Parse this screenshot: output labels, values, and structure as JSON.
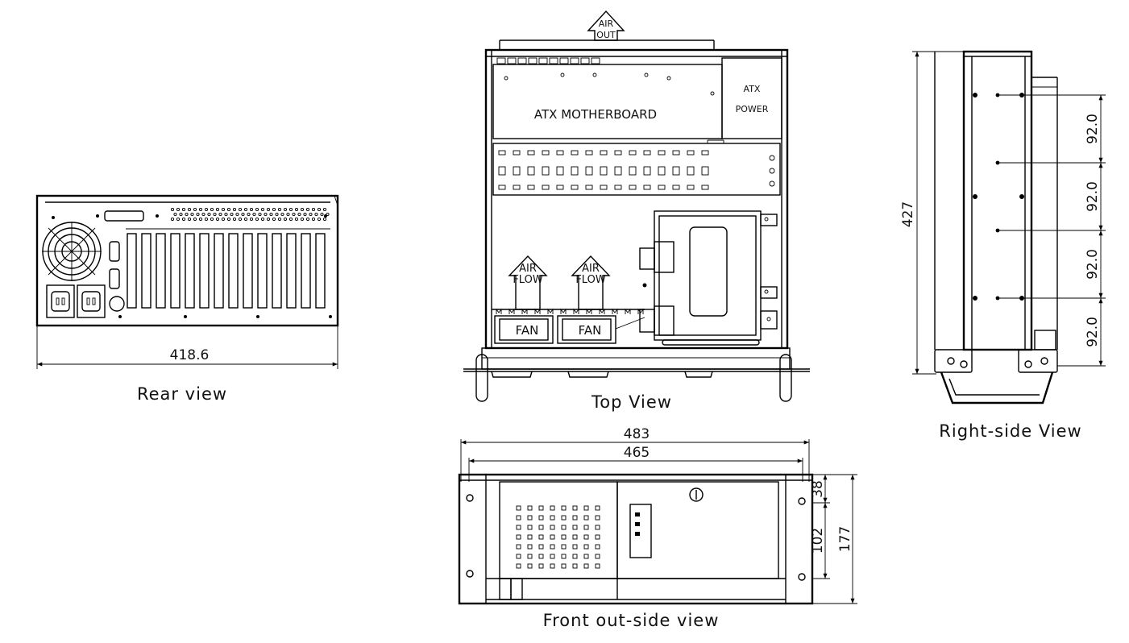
{
  "rear_view": {
    "caption": "Rear view",
    "width_dim": "418.6"
  },
  "top_view": {
    "caption": "Top View",
    "air_out": [
      "AIR",
      "OUT"
    ],
    "motherboard": "ATX MOTHERBOARD",
    "power": [
      "ATX",
      "POWER"
    ],
    "airflow_1": [
      "AIR",
      "FLOW"
    ],
    "airflow_2": [
      "AIR",
      "FLOW"
    ],
    "fan_1": "FAN",
    "fan_2": "FAN"
  },
  "right_side_view": {
    "caption": "Right-side View",
    "depth_dim": "427",
    "pitch_dims": [
      "92.0",
      "92.0",
      "92.0",
      "92.0"
    ]
  },
  "front_view": {
    "caption": "Front out-side view",
    "width_outer": "483",
    "width_inner": "465",
    "height_small": "38",
    "height_mid": "102",
    "height_total": "177"
  }
}
